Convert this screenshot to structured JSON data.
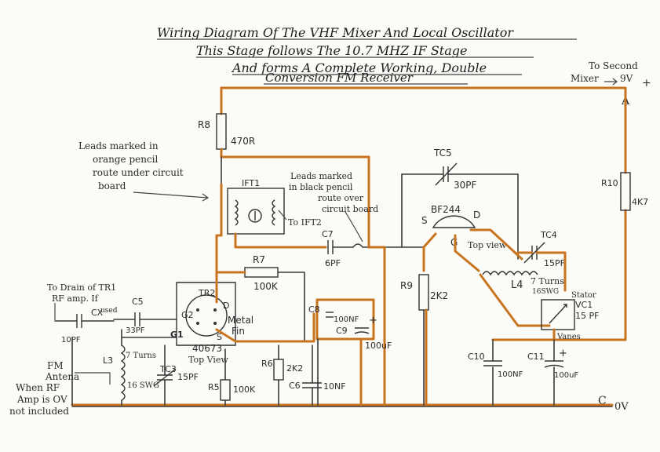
{
  "title_lines": [
    "Wiring Diagram Of The VHF Mixer And Local Oscillator",
    "This Stage follows The 10.7 MHZ IF Stage",
    "And forms A Complete Working, Double",
    "Conversion FM Receiver"
  ],
  "supply": {
    "to_mixer": "To Second",
    "mixer_word": "Mixer",
    "voltage": "9V",
    "plus": "+",
    "node": "A"
  },
  "ground": {
    "node": "C",
    "voltage": "0V"
  },
  "notes": {
    "orange_leads": [
      "Leads marked in",
      "orange pencil",
      "route under circuit",
      "board"
    ],
    "black_leads": [
      "Leads marked",
      "in black pencil",
      "route over",
      "circuit board"
    ],
    "to_ift2": "To IFT2",
    "drain_tr1": [
      "To Drain of TR1",
      "RF amp. If",
      "used"
    ],
    "antenna": [
      "FM",
      "Antena",
      "When RF",
      "Amp is OV",
      "not included"
    ]
  },
  "components": {
    "r8": {
      "ref": "R8",
      "value": "470R"
    },
    "r7": {
      "ref": "R7",
      "value": "100K"
    },
    "r9": {
      "ref": "R9",
      "value": "2K2"
    },
    "r10": {
      "ref": "R10",
      "value": "4K7"
    },
    "r6": {
      "ref": "R6",
      "value": "2K2"
    },
    "r5": {
      "ref": "R5",
      "value": "100K"
    },
    "ift1": {
      "ref": "IFT1"
    },
    "c7": {
      "ref": "C7",
      "value": "6PF"
    },
    "c8": {
      "ref": "C8",
      "value": "100NF"
    },
    "c9": {
      "ref": "C9",
      "value": "100uF",
      "plus": "+"
    },
    "c5": {
      "ref": "C5",
      "value": "33PF"
    },
    "cx": {
      "ref": "CX",
      "value": "10PF"
    },
    "c6": {
      "ref": "C6",
      "value": "10NF"
    },
    "c10": {
      "ref": "C10",
      "value": "100NF"
    },
    "c11": {
      "ref": "C11",
      "value": "100uF",
      "plus": "+"
    },
    "tc5": {
      "ref": "TC5",
      "value": "30PF"
    },
    "tc4": {
      "ref": "TC4",
      "value": "15PF"
    },
    "tc3": {
      "ref": "TC3",
      "value": "15PF"
    },
    "l3": {
      "ref": "L3",
      "turns": "7 Turns",
      "wire": "16 SWG"
    },
    "l4": {
      "ref": "L4",
      "turns": "7 Turns",
      "wire": "16SWG"
    },
    "vc1": {
      "ref": "VC1",
      "value": "15 PF",
      "stator": "Stator",
      "vanes": "Vanes"
    },
    "tr2": {
      "ref": "TR2",
      "part": "40673",
      "view": "Top View",
      "fin": "Metal",
      "fin2": "Fin",
      "pins": {
        "g2": "G2",
        "g1": "G1",
        "d": "D",
        "s": "S"
      }
    },
    "bf244": {
      "part": "BF244",
      "view": "Top view",
      "pins": {
        "s": "S",
        "g": "G",
        "d": "D"
      }
    }
  }
}
